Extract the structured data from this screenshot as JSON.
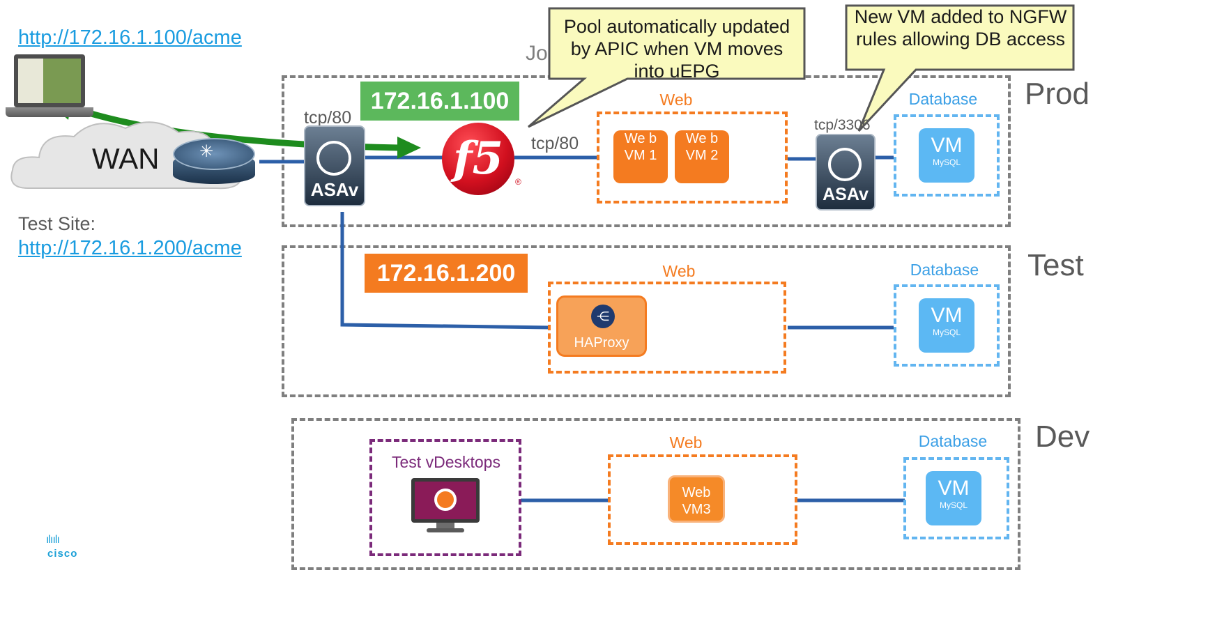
{
  "environments": {
    "prod": "Prod",
    "test": "Test",
    "dev": "Dev"
  },
  "partial_title": "Jo",
  "links": {
    "prod_url": "http://172.16.1.100/acme",
    "test_site_label": "Test Site:",
    "test_url": "http://172.16.1.200/acme"
  },
  "wan_label": "WAN",
  "ports": {
    "asav_in": "tcp/80",
    "f5_out": "tcp/80",
    "db": "tcp/3306"
  },
  "ips": {
    "prod": "172.16.1.100",
    "test": "172.16.1.200"
  },
  "callouts": {
    "pool": "Pool automatically updated by APIC when VM moves into uEPG",
    "ngfw": "New VM added to NGFW rules allowing DB access"
  },
  "tiers": {
    "web": "Web",
    "database": "Database",
    "vdesktops": "Test vDesktops"
  },
  "vms": {
    "web1": "We b VM 1",
    "web2": "We b VM 2",
    "web3": "Web VM3",
    "db_title": "VM",
    "db_sub": "MySQL",
    "haproxy": "HAProxy"
  },
  "devices": {
    "asav": "ASAv",
    "f5": "f5",
    "registered": "®"
  },
  "logo": "cisco",
  "colors": {
    "green_ip": "#5cb85c",
    "orange_ip": "#f47b20",
    "link_line": "#2c5fa8",
    "flow_arrow": "#1e8c1e",
    "callout_fill": "#fafabe"
  }
}
